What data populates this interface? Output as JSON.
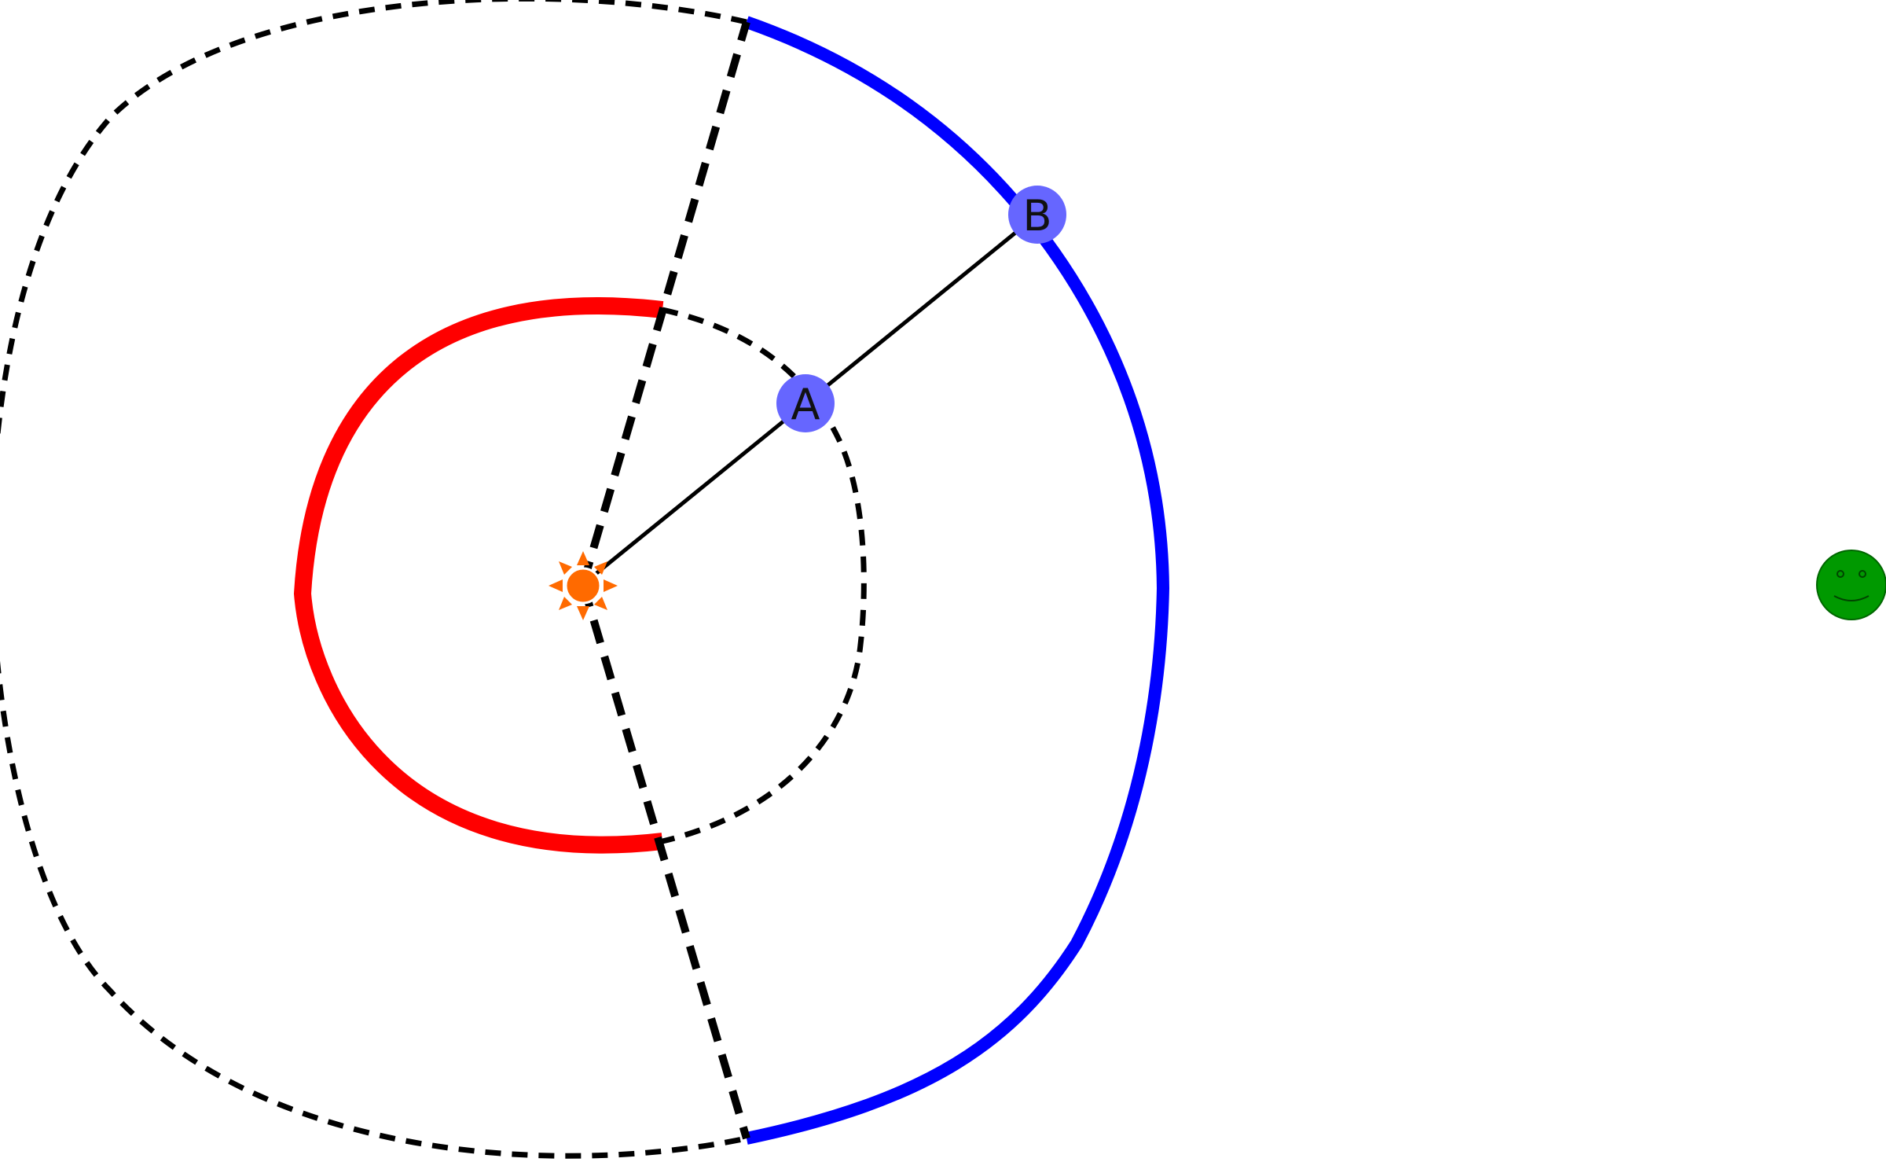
{
  "diagram": {
    "planets": [
      {
        "id": "A",
        "label": "A"
      },
      {
        "id": "B",
        "label": "B"
      }
    ],
    "icons": {
      "sun": "sun-icon",
      "observer": "smiley-face-icon"
    },
    "colors": {
      "background": "#ffffff",
      "inner_orbit_visible_arc": "#ff0000",
      "outer_orbit_visible_arc": "#0000ff",
      "dashed_lines": "#000000",
      "sight_line": "#000000",
      "planet": "#6666ff",
      "sun": "#ff6a00",
      "observer": "#009900",
      "observer_outline": "#006600"
    }
  }
}
